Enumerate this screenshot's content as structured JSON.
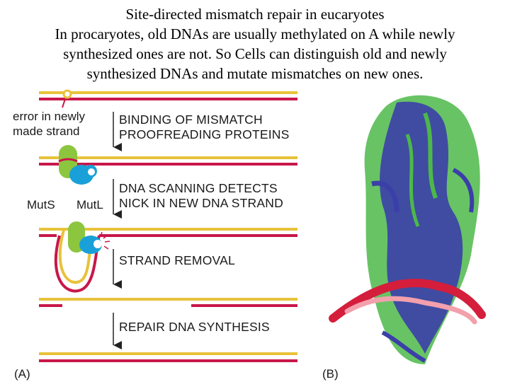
{
  "title": {
    "heading": "Site-directed mismatch repair in eucaryotes",
    "lines": [
      "In procaryotes, old DNAs are usually methylated on A while newly",
      "synthesized ones are not. So Cells can distinguish old and newly",
      "synthesized DNAs and mutate mismatches on new ones."
    ]
  },
  "panel_a": {
    "label": "(A)",
    "error_note": [
      "error in newly",
      "made strand"
    ],
    "steps": [
      [
        "BINDING OF MISMATCH",
        "PROOFREADING PROTEINS"
      ],
      [
        "DNA SCANNING DETECTS",
        "NICK IN NEW DNA STRAND"
      ],
      [
        "STRAND REMOVAL"
      ],
      [
        "REPAIR DNA SYNTHESIS"
      ]
    ],
    "proteins": {
      "muts": "MutS",
      "mutl": "MutL"
    },
    "colors": {
      "old_strand": "#e8c23a",
      "new_strand": "#c8174a",
      "muts": "#8cc63f",
      "mutl": "#1aa0d8"
    }
  },
  "panel_b": {
    "label": "(B)",
    "image": "mismatch-repair-protein-dna-structure",
    "colors": {
      "chain_a": "#3b3fa8",
      "chain_b": "#4db84a",
      "dna": "#d41e3c"
    }
  }
}
